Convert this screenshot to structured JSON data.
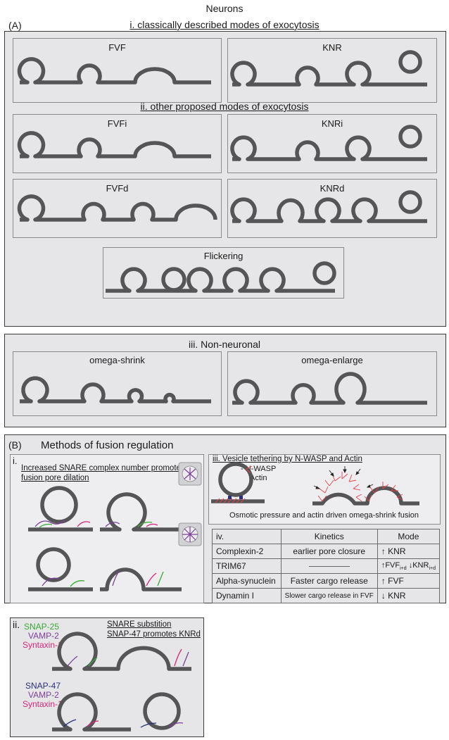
{
  "title": "Neurons",
  "panelA": {
    "label": "(A)",
    "section_i": "i.  classically described modes of exocytosis",
    "section_ii": "ii.  other proposed modes of exocytosis",
    "modes": {
      "fvf": "FVF",
      "knr": "KNR",
      "fvfi": "FVFi",
      "knri": "KNRi",
      "fvfd": "FVFd",
      "knrd": "KNRd",
      "flickering": "Flickering"
    }
  },
  "nonNeuronal": {
    "title": "iii.  Non-neuronal",
    "omega_shrink": "omega-shrink",
    "omega_enlarge": "omega-enlarge"
  },
  "panelB": {
    "label": "(B)",
    "title": "Methods of fusion regulation",
    "box_i": {
      "num": "i.",
      "line1": "Increased SNARE complex number promotes",
      "line2": "fusion pore dilation"
    },
    "box_iii": {
      "title": "iii.  Vesicle tethering by N-WASP and Actin",
      "nwasp": "- N-WASP",
      "actin": "Actin",
      "caption": "Osmotic pressure and actin driven omega-shrink fusion"
    },
    "box_iv": {
      "num": "iv.",
      "headers": [
        "Kinetics",
        "Mode"
      ],
      "rows": [
        {
          "name": "Complexin-2",
          "kinetics": "earlier pore closure",
          "mode": "↑ KNR"
        },
        {
          "name": "TRIM67",
          "kinetics": "",
          "mode_up": "FVF",
          "mode_up_sub": "i+d",
          "mode_down": "KNR",
          "mode_down_sub": "i+d"
        },
        {
          "name": "Alpha-synuclein",
          "kinetics": "Faster cargo release",
          "mode": "↑ FVF"
        },
        {
          "name": "Dynamin I",
          "kinetics": "Slower cargo release in FVF",
          "mode": "↓ KNR"
        }
      ]
    },
    "box_ii": {
      "num": "ii.",
      "set1": [
        "SNAP-25",
        "VAMP-2",
        "Syntaxin-1"
      ],
      "set2": [
        "SNAP-47",
        "VAMP-2",
        "Syntaxin-1"
      ],
      "note1": "SNARE substition",
      "note2": "SNAP-47 promotes KNRd"
    }
  },
  "colors": {
    "snap25": "#3aa935",
    "vamp2": "#7b3f98",
    "syntaxin1": "#d6247a",
    "snap47": "#2b2f7a",
    "actin": "#e8404a"
  }
}
